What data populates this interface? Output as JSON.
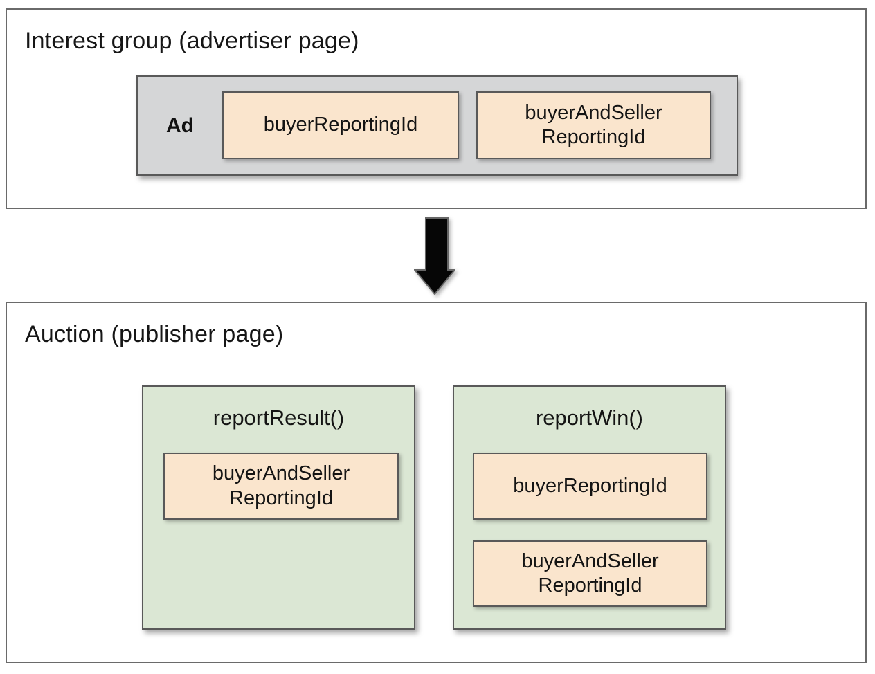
{
  "interest_group": {
    "title": "Interest group (advertiser page)",
    "ad": {
      "label": "Ad",
      "chips": [
        {
          "label": "buyerReportingId"
        },
        {
          "label": "buyerAndSeller\nReportingId"
        }
      ]
    }
  },
  "arrow": {
    "direction": "down"
  },
  "auction": {
    "title": "Auction (publisher page)",
    "functions": [
      {
        "title": "reportResult()",
        "chips": [
          {
            "label": "buyerAndSeller\nReportingId"
          }
        ]
      },
      {
        "title": "reportWin()",
        "chips": [
          {
            "label": "buyerReportingId"
          },
          {
            "label": "buyerAndSeller\nReportingId"
          }
        ]
      }
    ]
  },
  "colors": {
    "ad_container_fill": "#d5d6d7",
    "id_chip_fill": "#fae5cd",
    "function_box_fill": "#dbe7d4",
    "inner_border": "#595959",
    "outer_border": "#6a6a6a",
    "arrow_fill": "#000000",
    "text": "#1e1e1f"
  }
}
